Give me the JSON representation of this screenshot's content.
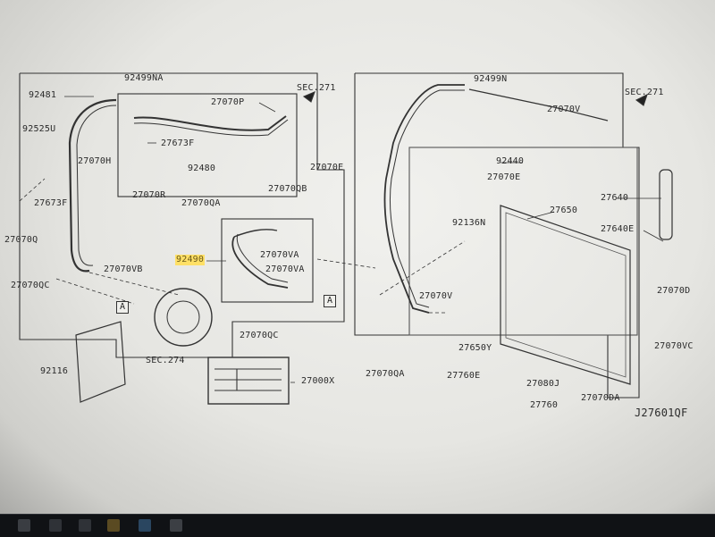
{
  "diagram_id": "J27601QF",
  "labels": {
    "p92499na": "92499NA",
    "p92481": "92481",
    "p92525u": "92525U",
    "p27070h": "27070H",
    "p27673f_a": "27673F",
    "p27673f_b": "27673F",
    "p92480": "92480",
    "p27070r": "27070R",
    "p27070q": "27070Q",
    "p27070qc_a": "27070QC",
    "p27070vb": "27070VB",
    "p27070p": "27070P",
    "sec271_a": "SEC.271",
    "p27070e_a": "27070E",
    "p27070qb": "27070QB",
    "p27070qa_a": "27070QA",
    "p92490": "92490",
    "p27070va_a": "27070VA",
    "p27070va_b": "27070VA",
    "p27070qc_b": "27070QC",
    "sec274": "SEC.274",
    "p92116": "92116",
    "p27000x": "27000X",
    "p92499n": "92499N",
    "sec271_b": "SEC.271",
    "p27070v_a": "27070V",
    "p92440": "92440",
    "p27070e_b": "27070E",
    "p27640": "27640",
    "p27650": "27650",
    "p92136n": "92136N",
    "p27640e": "27640E",
    "p27070d": "27070D",
    "p27070v_b": "27070V",
    "p27650y": "27650Y",
    "p27070vc": "27070VC",
    "p27070qa_b": "27070QA",
    "p27760e": "27760E",
    "p27080j": "27080J",
    "p27070da": "27070DA",
    "p27760": "27760"
  },
  "markers": {
    "a1": "A",
    "a2": "A"
  },
  "highlight_color": "#ffe066"
}
